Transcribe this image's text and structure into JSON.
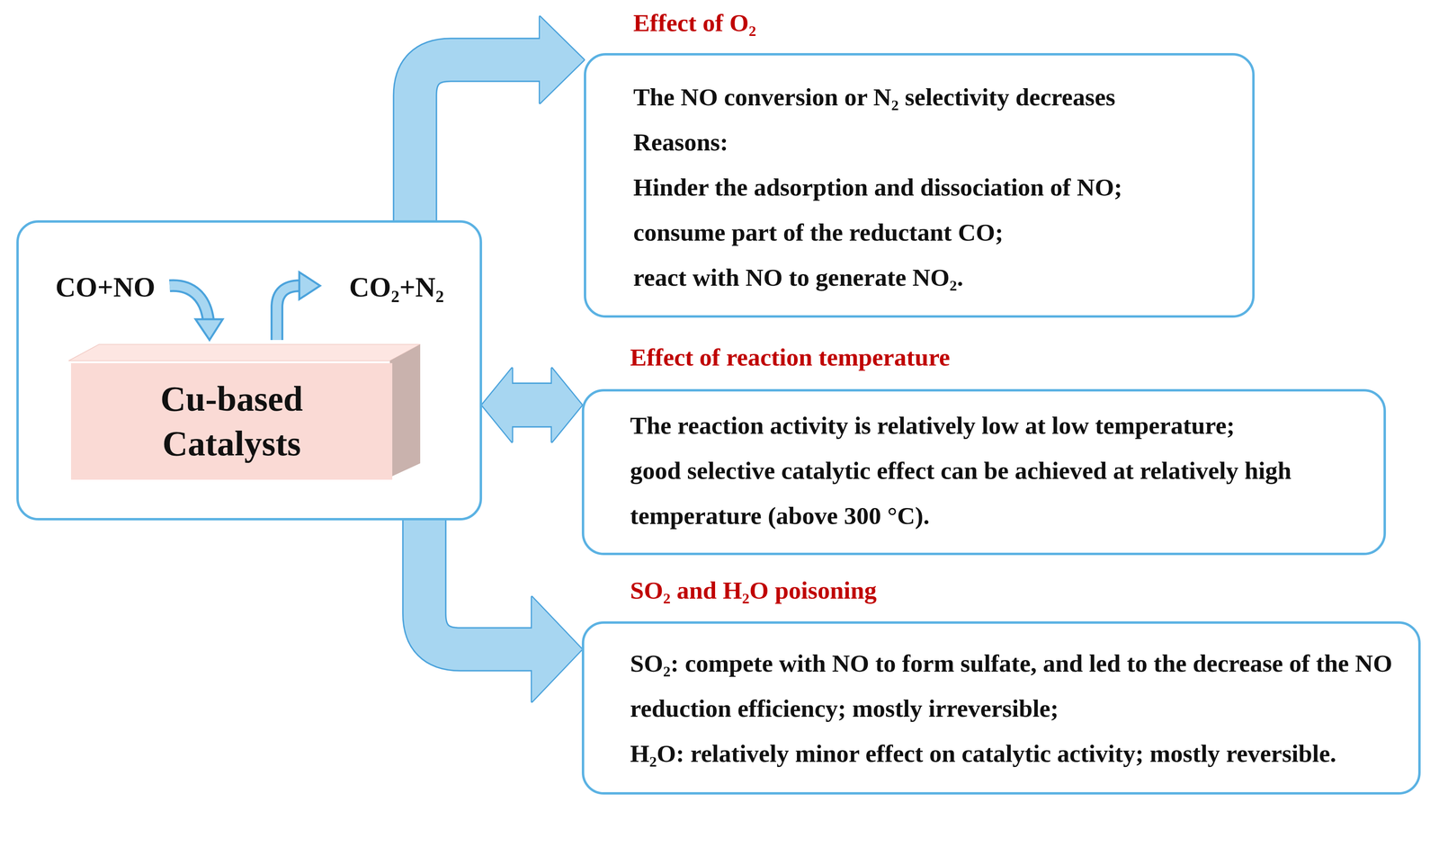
{
  "diagram": {
    "nodes": [
      {
        "text": [
          "CO+NO",
          "CO₂+N₂"
        ]
      },
      {
        "text": [
          "Cu-based Catalysts"
        ],
        "in": 0
      },
      {
        "text": [
          "Effect of O₂",
          "The NO conversion or N₂ selectivity decreases",
          "Reasons:",
          "Hinder the adsorption and dissociation of NO;",
          "consume part of the reductant CO;",
          "react with NO to generate NO₂."
        ]
      },
      {
        "text": [
          "Effect of reaction temperature",
          "The reaction activity is relatively low at low temperature;",
          "good selective catalytic effect can be achieved at relatively high temperature (above 300 °C)."
        ]
      },
      {
        "text": [
          "SO₂ and H₂O poisoning",
          "SO₂: compete with NO to form sulfate, and led to the decrease of the NO reduction efficiency; mostly irreversible;",
          "H₂O: relatively minor effect on catalytic activity; mostly reversible."
        ]
      }
    ],
    "edges": [
      {
        "from": 0,
        "to": 2,
        "arrow": "to"
      },
      {
        "from": 0,
        "to": 3,
        "arrow": "both"
      },
      {
        "from": 0,
        "to": 4,
        "arrow": "to"
      }
    ]
  }
}
